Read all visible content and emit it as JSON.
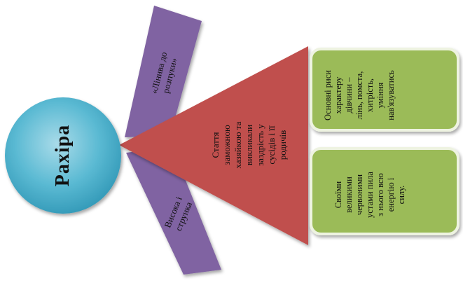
{
  "center": {
    "label": "Рахіра"
  },
  "upper_banner": {
    "label": "«Лінива до\nрозпуки»"
  },
  "lower_banner": {
    "label": "Висока і\nструнка"
  },
  "triangle": {
    "label": "Стаття\nзаможною\nхазяйкою та\nвикликали\nзаздрість у\nсусідів і її\nродичів"
  },
  "box_top": {
    "label": "Основні риси\nхарактеру\nдівчини –\nлінь, помста,\nхитрість,\nуміння\nнав'язуватись"
  },
  "box_bottom": {
    "label": "Своїми\nвеликими\nчервоними\nустами пила\nз нього всю\nенергію і\nсилу."
  },
  "colors": {
    "circle_light": "#9fd3e3",
    "circle_dark": "#3aa6c4",
    "banner": "#8064a2",
    "banner_shadow": "#5c4778",
    "triangle": "#c0504d",
    "box": "#9bbb59",
    "box_border": "#e4ecd2"
  }
}
